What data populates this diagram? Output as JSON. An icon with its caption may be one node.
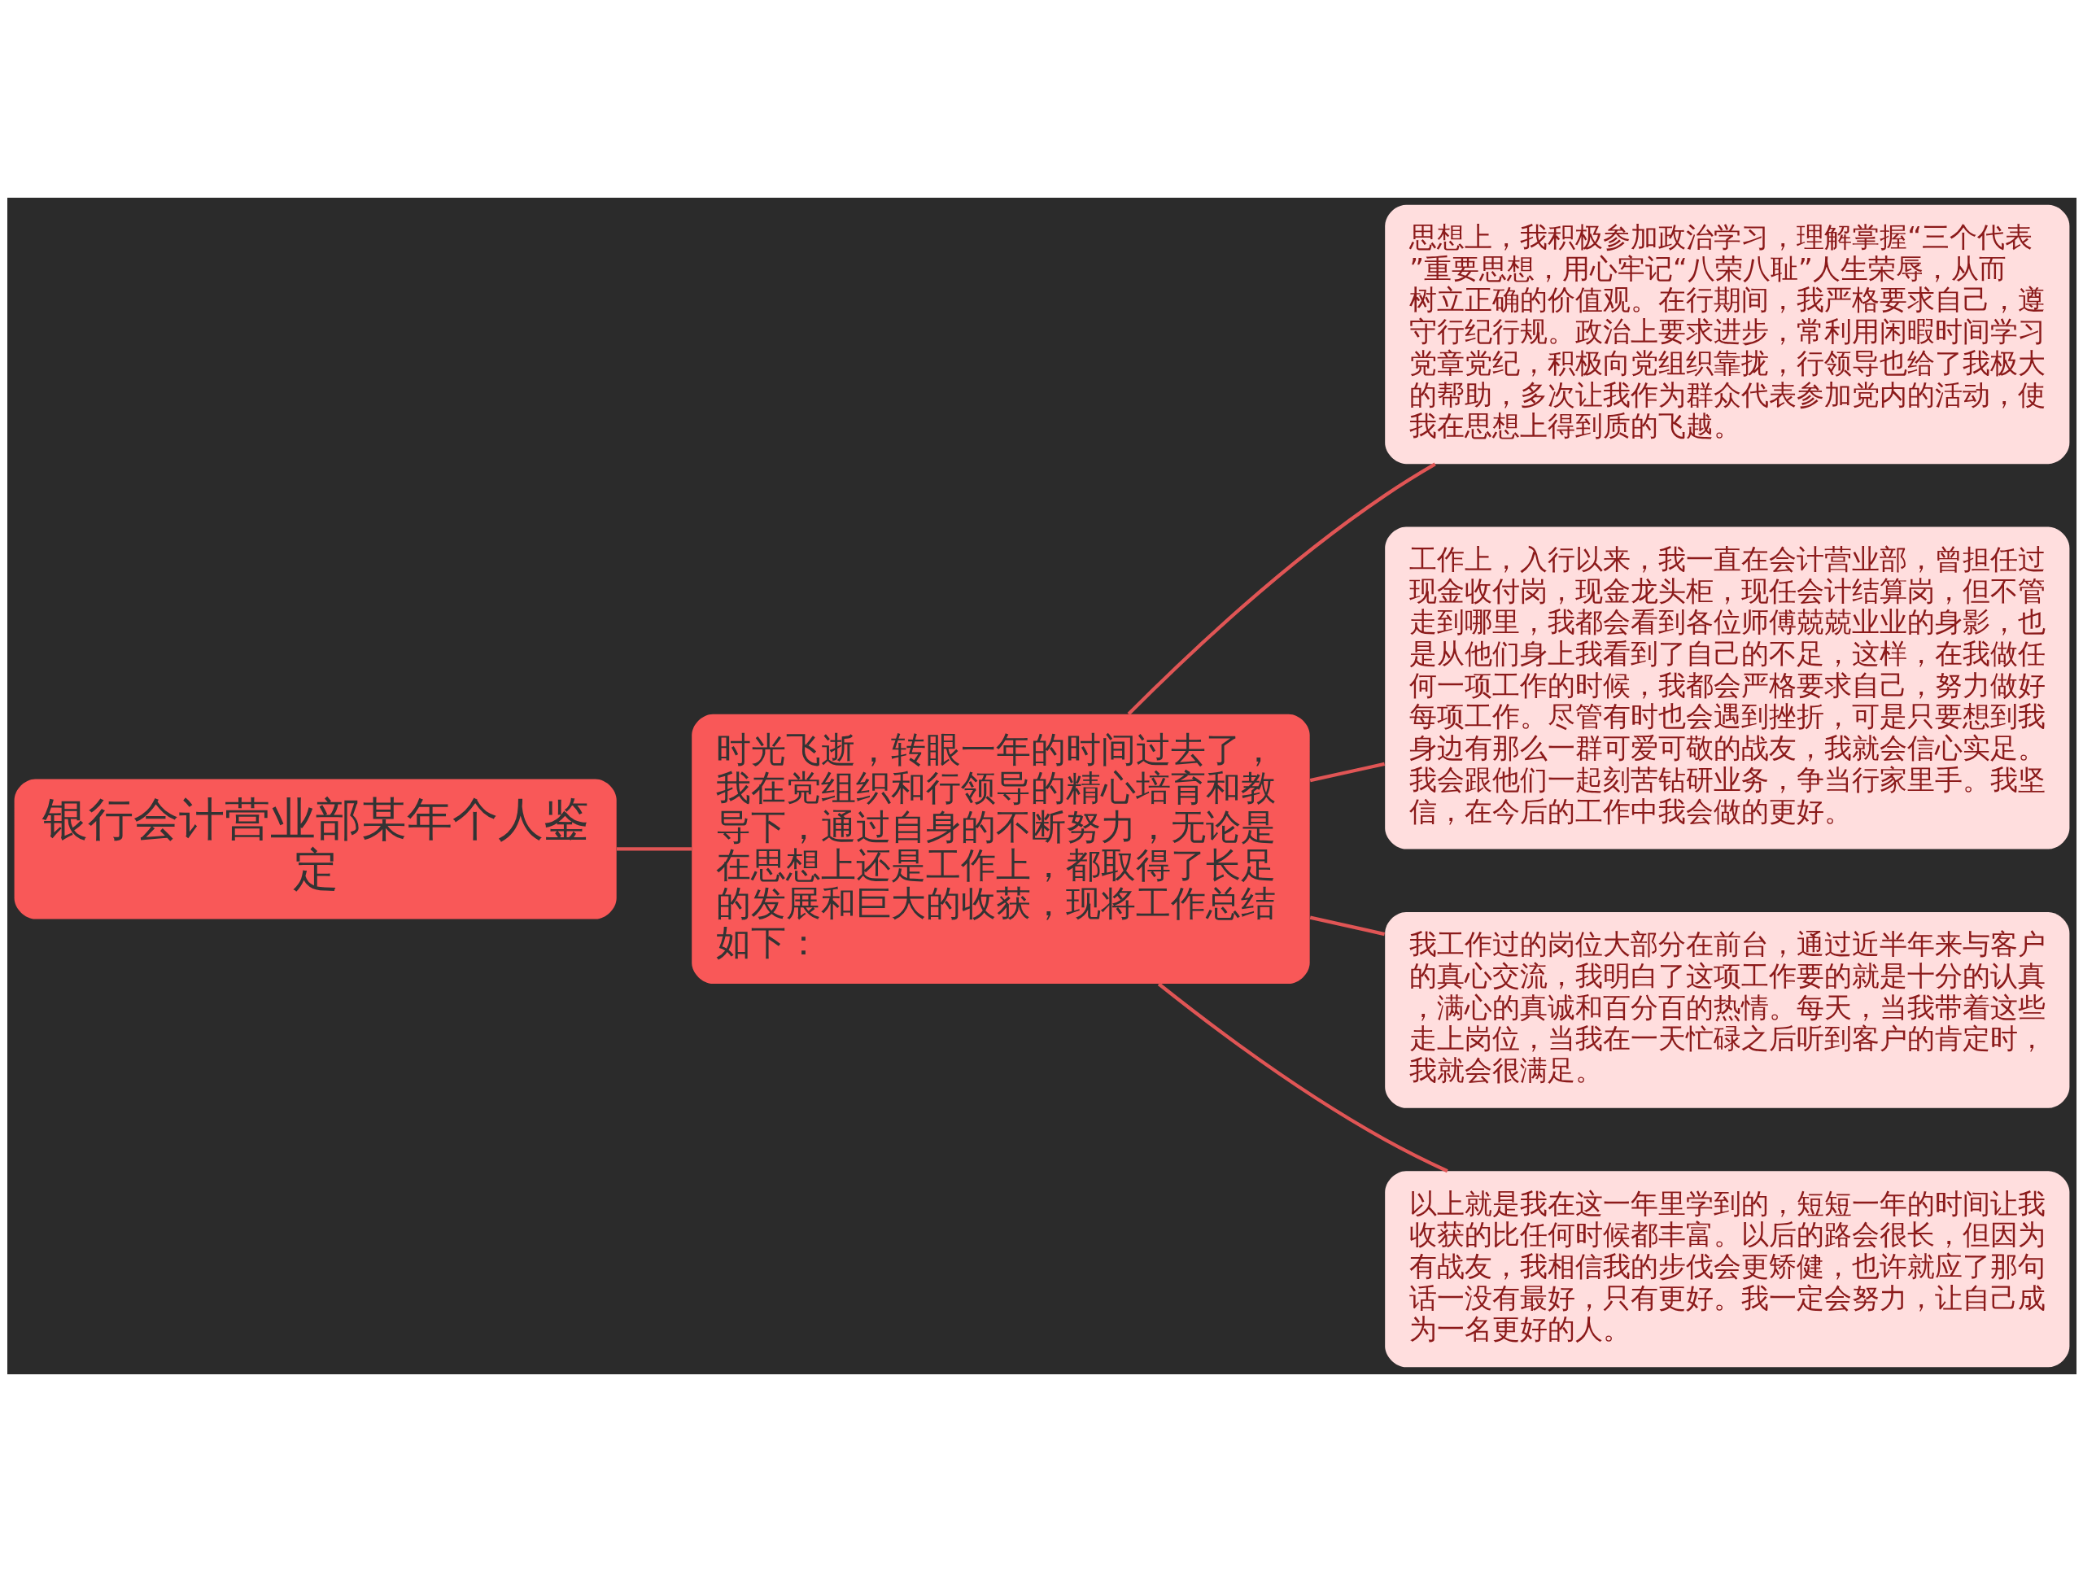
{
  "diagram": {
    "nodes": [
      {
        "text": [
          "银行会计营业部某年个人鉴定"
        ]
      },
      {
        "text": [
          "时光飞逝，转眼一年的时间过去了，我在党组织和行领导的精心培育和教导下，通过自身的不断努力，无论是在思想上还是工作上，都取得了长足的发展和巨大的收获，现将工作总结如下："
        ]
      },
      {
        "text": [
          "思想上，我积极参加政治学习，理解掌握“三个代表”重要思想，用心牢记“八荣八耻”人生荣辱，从而树立正确的价值观。在行期间，我严格要求自己，遵守行纪行规。政治上要求进步，常利用闲暇时间学习党章党纪，积极向党组织靠拢，行领导也给了我极大的帮助，多次让我作为群众代表参加党内的活动，使我在思想上得到质的飞越。"
        ]
      },
      {
        "text": [
          "工作上，入行以来，我一直在会计营业部，曾担任过现金收付岗，现金龙头柜，现任会计结算岗，但不管走到哪里，我都会看到各位师傅兢兢业业的身影，也是从他们身上我看到了自己的不足，这样，在我做任何一项工作的时候，我都会严格要求自己，努力做好每项工作。尽管有时也会遇到挫折，可是只要想到我身边有那么一群可爱可敬的战友，我就会信心实足。我会跟他们一起刻苦钻研业务，争当行家里手。我坚信，在今后的工作中我会做的更好。"
        ]
      },
      {
        "text": [
          "我工作过的岗位大部分在前台，通过近半年来与客户的真心交流，我明白了这项工作要的就是十分的认真，满心的真诚和百分百的热情。每天，当我带着这些走上岗位，当我在一天忙碌之后听到客户的肯定时，我就会很满足。"
        ]
      },
      {
        "text": [
          "以上就是我在这一年里学到的，短短一年的时间让我收获的比任何时候都丰富。以后的路会很长，但因为有战友，我相信我的步伐会更矫健，也许就应了那句话一没有最好，只有更好。我一定会努力，让自己成为一名更好的人。"
        ]
      }
    ],
    "edges": [
      {
        "from": 0,
        "to": 1,
        "arrow": "none"
      },
      {
        "from": 1,
        "to": 2,
        "arrow": "none"
      },
      {
        "from": 1,
        "to": 3,
        "arrow": "none"
      },
      {
        "from": 1,
        "to": 4,
        "arrow": "none"
      },
      {
        "from": 1,
        "to": 5,
        "arrow": "none"
      }
    ]
  }
}
